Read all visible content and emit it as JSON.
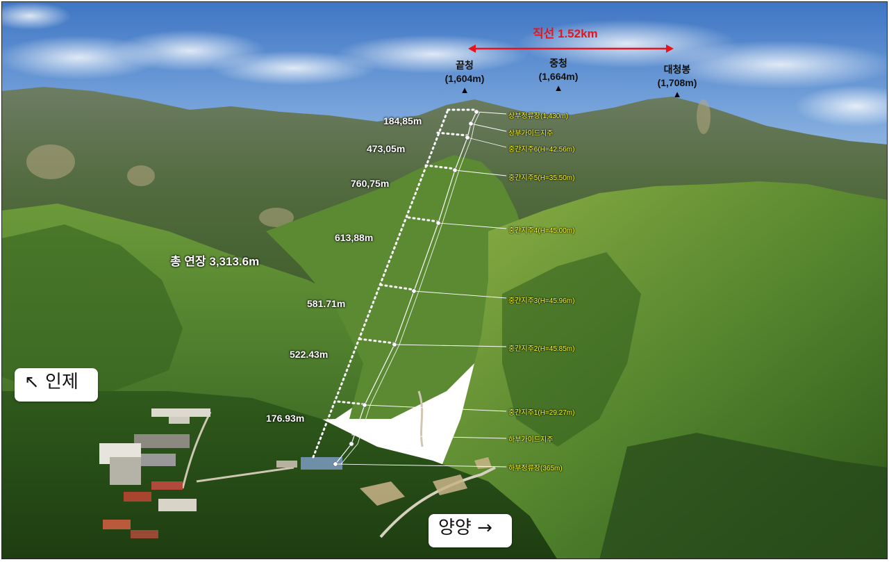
{
  "straight_line": "직선 1.52km",
  "peaks": [
    {
      "name": "끝청",
      "elevation": "(1,604m)"
    },
    {
      "name": "중청",
      "elevation": "(1,664m)"
    },
    {
      "name": "대청봉",
      "elevation": "(1,708m)"
    }
  ],
  "total_length": "총 연장 3,313.6m",
  "segments": [
    "184,85m",
    "473,05m",
    "760,75m",
    "613,88m",
    "581.71m",
    "522.43m",
    "176.93m"
  ],
  "towers": [
    "상부정류장(1,430m)",
    "상부가이드지주",
    "중간지주6(H=42.56m)",
    "중간지주5(H=35.50m)",
    "중간지주4(H=45.00m)",
    "중간지주3(H=45.96m)",
    "중간지주2(H=45.85m)",
    "중간지주1(H=29.27m)",
    "하부가이드지주",
    "하부정류장(365m)"
  ],
  "directions": {
    "inje": "↖ 인제",
    "yangyang": "양양 →"
  },
  "colors": {
    "straight_line_red": "#e8141b",
    "tower_label_yellow": "#ffff1a",
    "sky": "#5d8fd0",
    "forest": "#3f6e26"
  }
}
